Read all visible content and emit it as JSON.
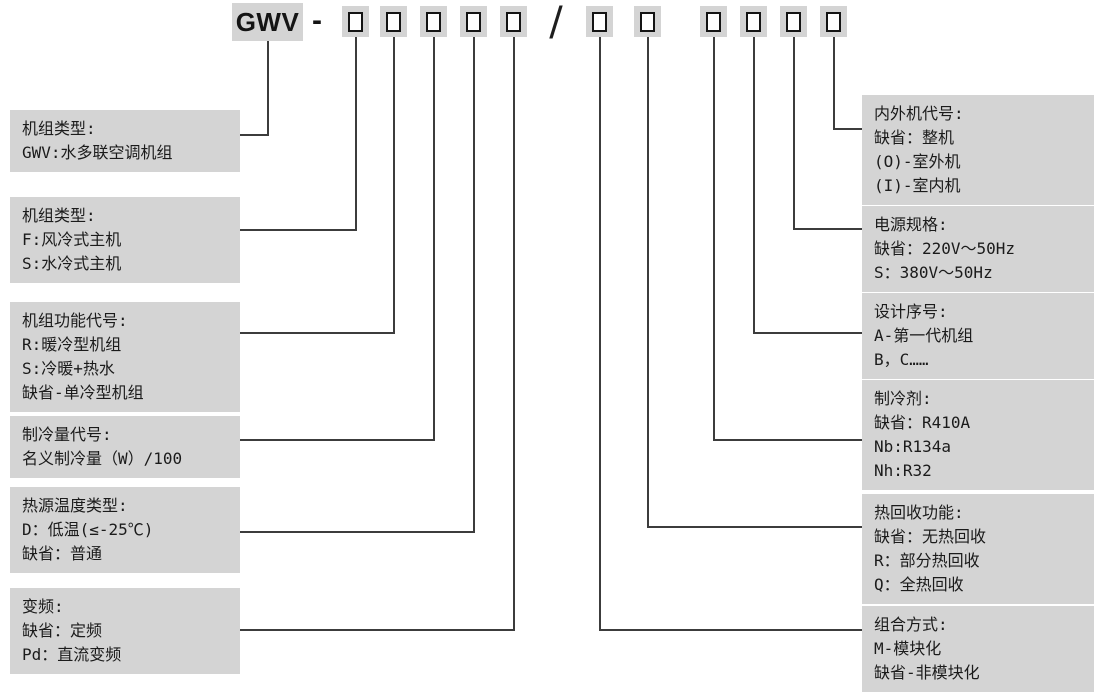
{
  "code": {
    "prefix": "GWV",
    "separator": "-",
    "slash": "/",
    "box_groups": [
      5,
      2,
      4
    ]
  },
  "left_labels": [
    {
      "name": "unit-type-gwv",
      "lines": [
        "机组类型:",
        "GWV:水多联空调机组"
      ]
    },
    {
      "name": "host-type",
      "lines": [
        "机组类型:",
        "F:风冷式主机",
        "S:水冷式主机"
      ]
    },
    {
      "name": "function-code",
      "lines": [
        "机组功能代号:",
        "R:暖冷型机组",
        "S:冷暖+热水",
        "缺省-单冷型机组"
      ]
    },
    {
      "name": "cooling-capacity",
      "lines": [
        "制冷量代号:",
        "名义制冷量（W）/100"
      ]
    },
    {
      "name": "heat-source-temp",
      "lines": [
        "热源温度类型:",
        "D：低温(≤-25℃)",
        "缺省：普通"
      ]
    },
    {
      "name": "inverter",
      "lines": [
        "变频:",
        "缺省：定频",
        "Pd：直流变频"
      ]
    }
  ],
  "right_labels": [
    {
      "name": "indoor-outdoor-code",
      "lines": [
        "内外机代号:",
        "缺省：整机",
        "(O)-室外机",
        "(I)-室内机"
      ]
    },
    {
      "name": "power-spec",
      "lines": [
        "电源规格:",
        "缺省：220V～50Hz",
        "S：380V～50Hz"
      ]
    },
    {
      "name": "design-serial",
      "lines": [
        "设计序号:",
        "A-第一代机组",
        "B，C……"
      ]
    },
    {
      "name": "refrigerant",
      "lines": [
        "制冷剂:",
        "缺省：R410A",
        "Nb:R134a",
        "Nh:R32"
      ]
    },
    {
      "name": "heat-recovery",
      "lines": [
        "热回收功能:",
        "缺省：无热回收",
        "R：部分热回收",
        "Q：全热回收"
      ]
    },
    {
      "name": "combination-mode",
      "lines": [
        "组合方式:",
        "M-模块化",
        "缺省-非模块化"
      ]
    }
  ],
  "colors": {
    "label_bg": "#d4d4d4",
    "line": "#3c3c3c",
    "text": "#1b1b1b",
    "box_border": "#141414"
  }
}
